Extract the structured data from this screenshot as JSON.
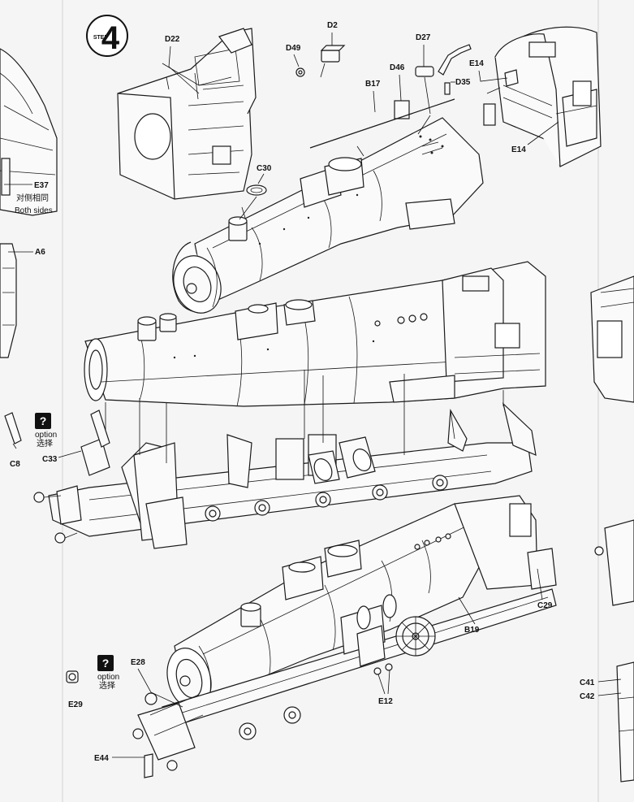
{
  "step": {
    "label": "STEP",
    "number": "4"
  },
  "option": {
    "label": "option",
    "chinese": "选择",
    "icon": "question-icon"
  },
  "both_sides": {
    "chinese": "对侧相同",
    "english": "Both sides"
  },
  "parts": {
    "D22": "D22",
    "D2": "D2",
    "D49": "D49",
    "D27": "D27",
    "D46": "D46",
    "D35": "D35",
    "E14a": "E14",
    "E14b": "E14",
    "B17": "B17",
    "C30": "C30",
    "E37": "E37",
    "A6": "A6",
    "C8": "C8",
    "C33": "C33",
    "C29": "C29",
    "B19": "B19",
    "E28": "E28",
    "E29": "E29",
    "E12": "E12",
    "E44": "E44",
    "C41": "C41",
    "C42": "C42"
  }
}
